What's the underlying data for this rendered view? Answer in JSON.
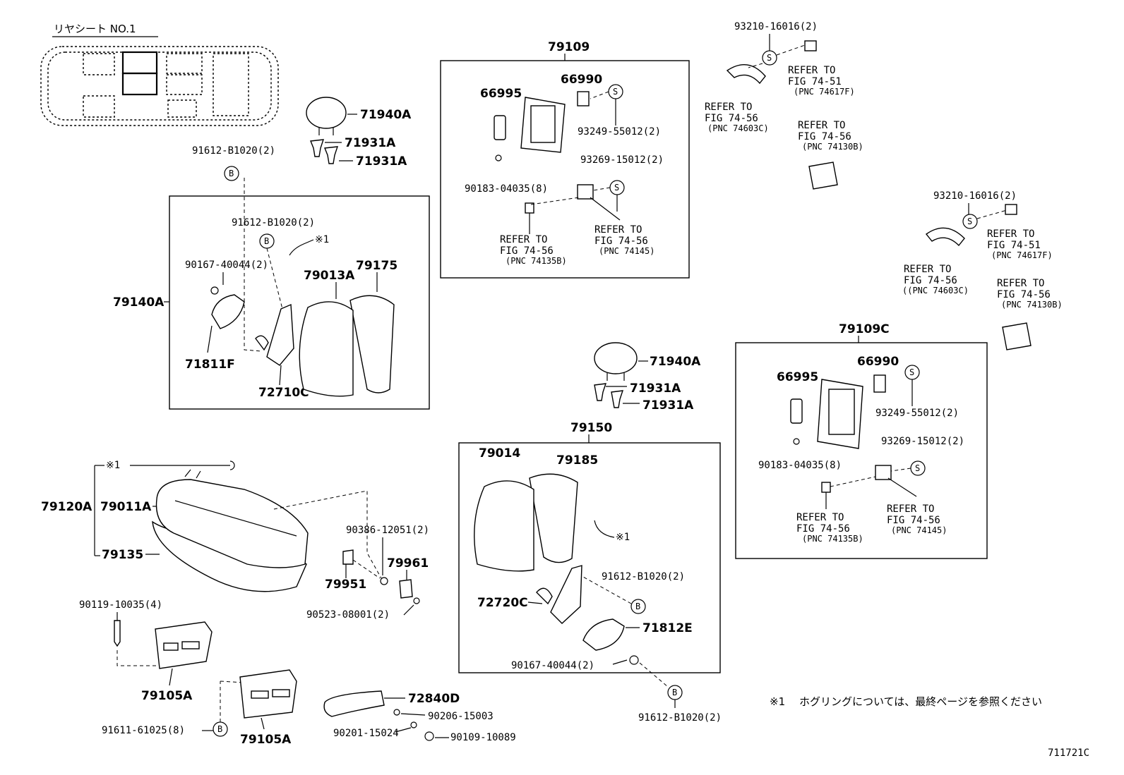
{
  "header": {
    "title": "リヤシート NO.1"
  },
  "footer": {
    "note_mark": "※1",
    "note": "ホグリングについては、最終ページを参照ください",
    "figure_code": "711721C"
  },
  "symbols": {
    "s": "S",
    "b": "B",
    "note1": "※1"
  },
  "parts": {
    "p79109": "79109",
    "p66995": "66995",
    "p66990": "66990",
    "p93249": "93249-55012(2)",
    "p90183": "90183-04035(8)",
    "p93269": "93269-15012(2)",
    "p79109c": "79109C",
    "p66995b": "66995",
    "p66990b": "66990",
    "p93249b": "93249-55012(2)",
    "p90183b": "90183-04035(8)",
    "p93269b": "93269-15012(2)",
    "p93210a": "93210-16016(2)",
    "p93210b": "93210-16016(2)",
    "p71940a_1": "71940A",
    "p71931a_1": "71931A",
    "p71931a_2": "71931A",
    "p91612_1": "91612-B1020(2)",
    "p91612_2": "91612-B1020(2)",
    "p90167_1": "90167-40044(2)",
    "p79013a": "79013A",
    "p79175": "79175",
    "p79140a": "79140A",
    "p71811f": "71811F",
    "p72710c": "72710C",
    "p71940a_2": "71940A",
    "p71931a_3": "71931A",
    "p71931a_4": "71931A",
    "p79150": "79150",
    "p79014": "79014",
    "p79185": "79185",
    "p91612_3": "91612-B1020(2)",
    "p72720c": "72720C",
    "p71812e": "71812E",
    "p90167_2": "90167-40044(2)",
    "p91612_4": "91612-B1020(2)",
    "p79120a": "79120A",
    "p79011a": "79011A",
    "p79135": "79135",
    "p90386": "90386-12051(2)",
    "p79961": "79961",
    "p79951": "79951",
    "p90523": "90523-08001(2)",
    "p90119": "90119-10035(4)",
    "p79105a_1": "79105A",
    "p91611": "91611-61025(8)",
    "p79105a_2": "79105A",
    "p72840d": "72840D",
    "p90206": "90206-15003",
    "p90201": "90201-15024",
    "p90109": "90109-10089"
  },
  "refers": {
    "r1": {
      "a": "REFER TO",
      "b": "FIG 74-56",
      "c": "(PNC 74135B)"
    },
    "r2": {
      "a": "REFER TO",
      "b": "FIG 74-56",
      "c": "(PNC 74145)"
    },
    "r3": {
      "a": "REFER TO",
      "b": "FIG 74-51",
      "c": "(PNC 74617F)"
    },
    "r4": {
      "a": "REFER TO",
      "b": "FIG 74-56",
      "c": "(PNC 74603C)"
    },
    "r5": {
      "a": "REFER TO",
      "b": "FIG 74-56",
      "c": "(PNC 74130B)"
    },
    "r6": {
      "a": "REFER TO",
      "b": "FIG 74-51",
      "c": "(PNC 74617F)"
    },
    "r7": {
      "a": "REFER TO",
      "b": "FIG 74-56",
      "c": "((PNC 74603C)"
    },
    "r8": {
      "a": "REFER TO",
      "b": "FIG 74-56",
      "c": "(PNC 74130B)"
    },
    "r9": {
      "a": "REFER TO",
      "b": "FIG 74-56",
      "c": "(PNC 74135B)"
    },
    "r10": {
      "a": "REFER TO",
      "b": "FIG 74-56",
      "c": "(PNC 74145)"
    }
  }
}
